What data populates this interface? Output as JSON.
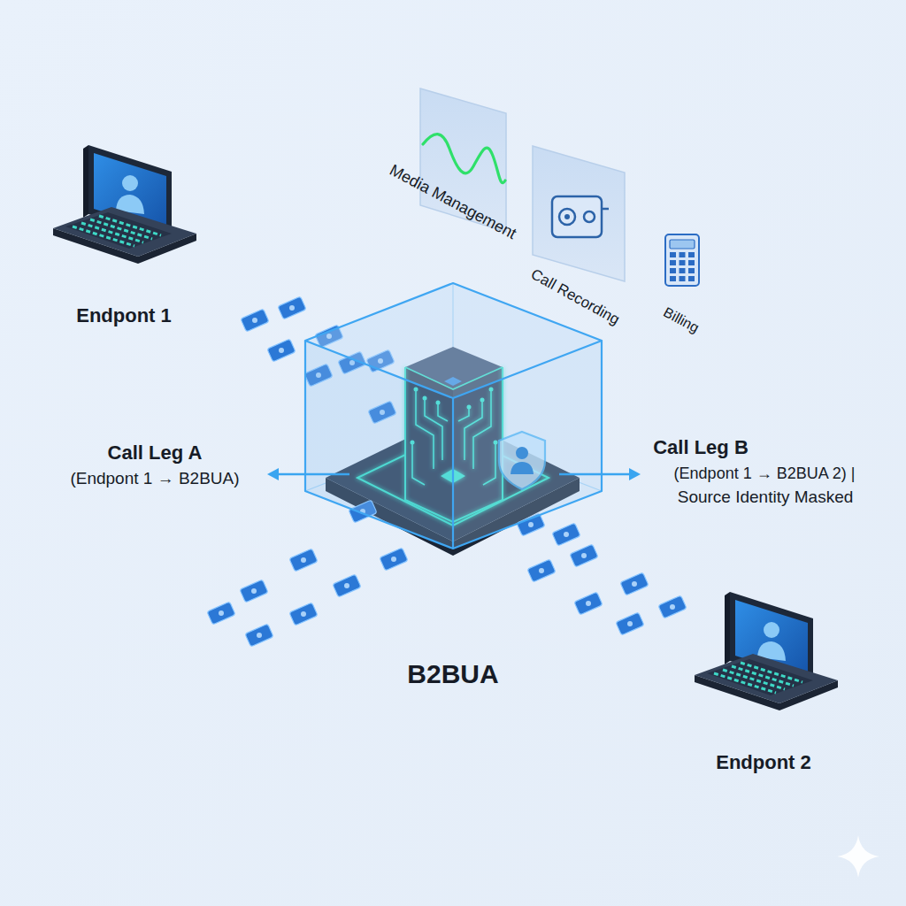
{
  "diagram": {
    "nodes": [
      {
        "text": [
          "Endpont 1"
        ]
      },
      {
        "text": [
          "Media Management"
        ]
      },
      {
        "text": [
          "Call Recording"
        ]
      },
      {
        "text": [
          "Billing"
        ]
      },
      {
        "text": [
          "B2BUA"
        ]
      },
      {
        "text": [
          "Endpont 2"
        ]
      }
    ],
    "labels": [
      "Call Leg A",
      "(Endpont 1 → B2BUA)",
      "Call Leg B",
      "(Endpont 1 → B2BUA 2) |",
      "Source Identity Masked"
    ]
  }
}
